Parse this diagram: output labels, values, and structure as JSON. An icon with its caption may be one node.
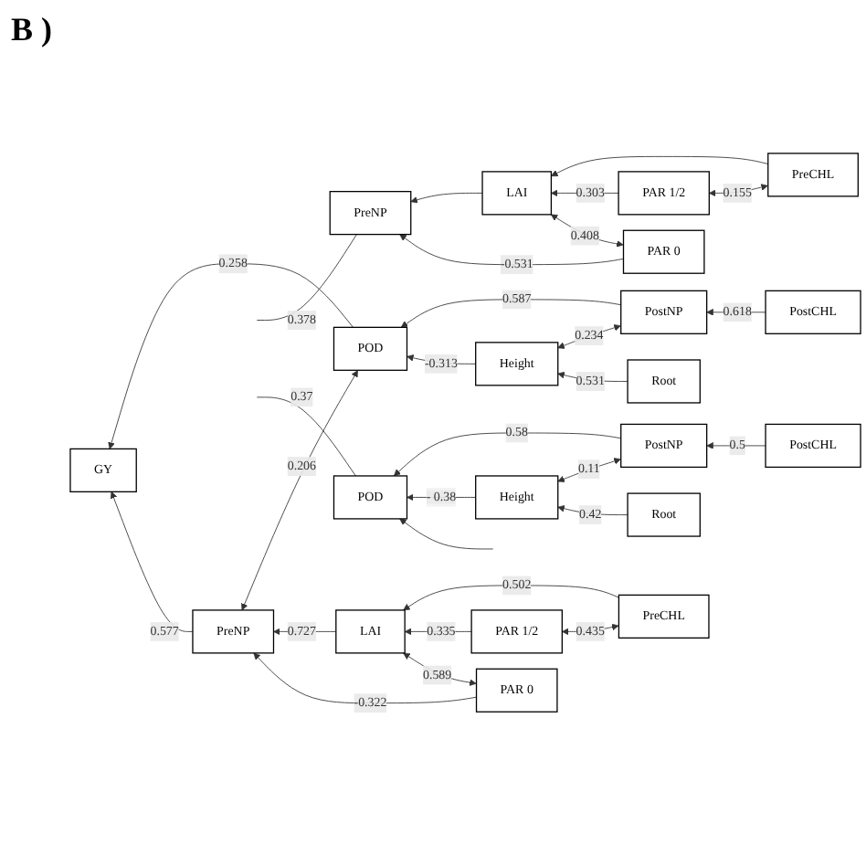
{
  "diagram": {
    "nodes": [
      {
        "text": [
          "PreNP"
        ]
      },
      {
        "text": [
          "LAI"
        ]
      },
      {
        "text": [
          "PreCHL"
        ]
      },
      {
        "text": [
          "PAR 0"
        ]
      },
      {
        "text": [
          "PAR 1/2"
        ]
      },
      {
        "text": [
          "PostNP"
        ]
      },
      {
        "text": [
          "PostCHL"
        ]
      },
      {
        "text": [
          "POD"
        ]
      },
      {
        "text": [
          "Height"
        ]
      },
      {
        "text": [
          "Root"
        ]
      },
      {
        "text": [
          "GY"
        ]
      },
      {
        "text": [
          "PreNP"
        ]
      },
      {
        "text": [
          "LAI"
        ]
      },
      {
        "text": [
          "PreCHL"
        ]
      },
      {
        "text": [
          "PAR 0"
        ]
      },
      {
        "text": [
          "PAR 1/2"
        ]
      },
      {
        "text": [
          "PostNP"
        ]
      },
      {
        "text": [
          "PostCHL"
        ]
      },
      {
        "text": [
          "POD"
        ]
      },
      {
        "text": [
          "Height"
        ]
      },
      {
        "text": [
          "Root"
        ]
      }
    ],
    "edges": [
      {
        "from": 0,
        "to": null,
        "arrow": "none",
        "label": "0.378"
      },
      {
        "from": 1,
        "to": 0,
        "arrow": "to"
      },
      {
        "from": 2,
        "to": 1,
        "arrow": "to"
      },
      {
        "from": 4,
        "to": 1,
        "arrow": "to",
        "label": "0.303"
      },
      {
        "from": 3,
        "to": 1,
        "arrow": "both",
        "label": "0.408"
      },
      {
        "from": 2,
        "to": 4,
        "arrow": "both",
        "label": "0.155"
      },
      {
        "from": 3,
        "to": 0,
        "arrow": "to",
        "label": "-0.531"
      },
      {
        "from": 6,
        "to": 5,
        "arrow": "to",
        "label": "0.618"
      },
      {
        "from": 5,
        "to": 7,
        "arrow": "to",
        "label": "0.587"
      },
      {
        "from": 5,
        "to": 8,
        "arrow": "both",
        "label": "0.234"
      },
      {
        "from": 9,
        "to": 8,
        "arrow": "to",
        "label": "0.531"
      },
      {
        "from": 8,
        "to": 7,
        "arrow": "to",
        "label": "-0.313"
      },
      {
        "from": 7,
        "to": 10,
        "arrow": "to",
        "label": "0.258"
      },
      {
        "from": 7,
        "to": 11,
        "arrow": "both",
        "label": "0.206"
      },
      {
        "from": 11,
        "to": 10,
        "arrow": "to",
        "label": "0.577"
      },
      {
        "from": 12,
        "to": 11,
        "arrow": "to",
        "label": "0.727"
      },
      {
        "from": 13,
        "to": 12,
        "arrow": "to",
        "label": "0.502"
      },
      {
        "from": 15,
        "to": 12,
        "arrow": "to",
        "label": "0.335"
      },
      {
        "from": 14,
        "to": 12,
        "arrow": "both",
        "label": "0.589"
      },
      {
        "from": 14,
        "to": 11,
        "arrow": "to",
        "label": "-0.322"
      },
      {
        "from": 13,
        "to": 15,
        "arrow": "both",
        "label": "0.435"
      },
      {
        "from": 17,
        "to": 16,
        "arrow": "to",
        "label": "0.5"
      },
      {
        "from": 16,
        "to": 18,
        "arrow": "to",
        "label": "0.58"
      },
      {
        "from": 16,
        "to": 19,
        "arrow": "both",
        "label": "0.11"
      },
      {
        "from": 19,
        "to": 18,
        "arrow": "to",
        "label": "- 0.38"
      },
      {
        "from": 20,
        "to": 19,
        "arrow": "to",
        "label": "0.42"
      },
      {
        "from": 18,
        "to": null,
        "arrow": "none",
        "label": "0.37"
      },
      {
        "from": null,
        "to": 18,
        "arrow": "to"
      }
    ],
    "labels": [
      "B )"
    ]
  }
}
